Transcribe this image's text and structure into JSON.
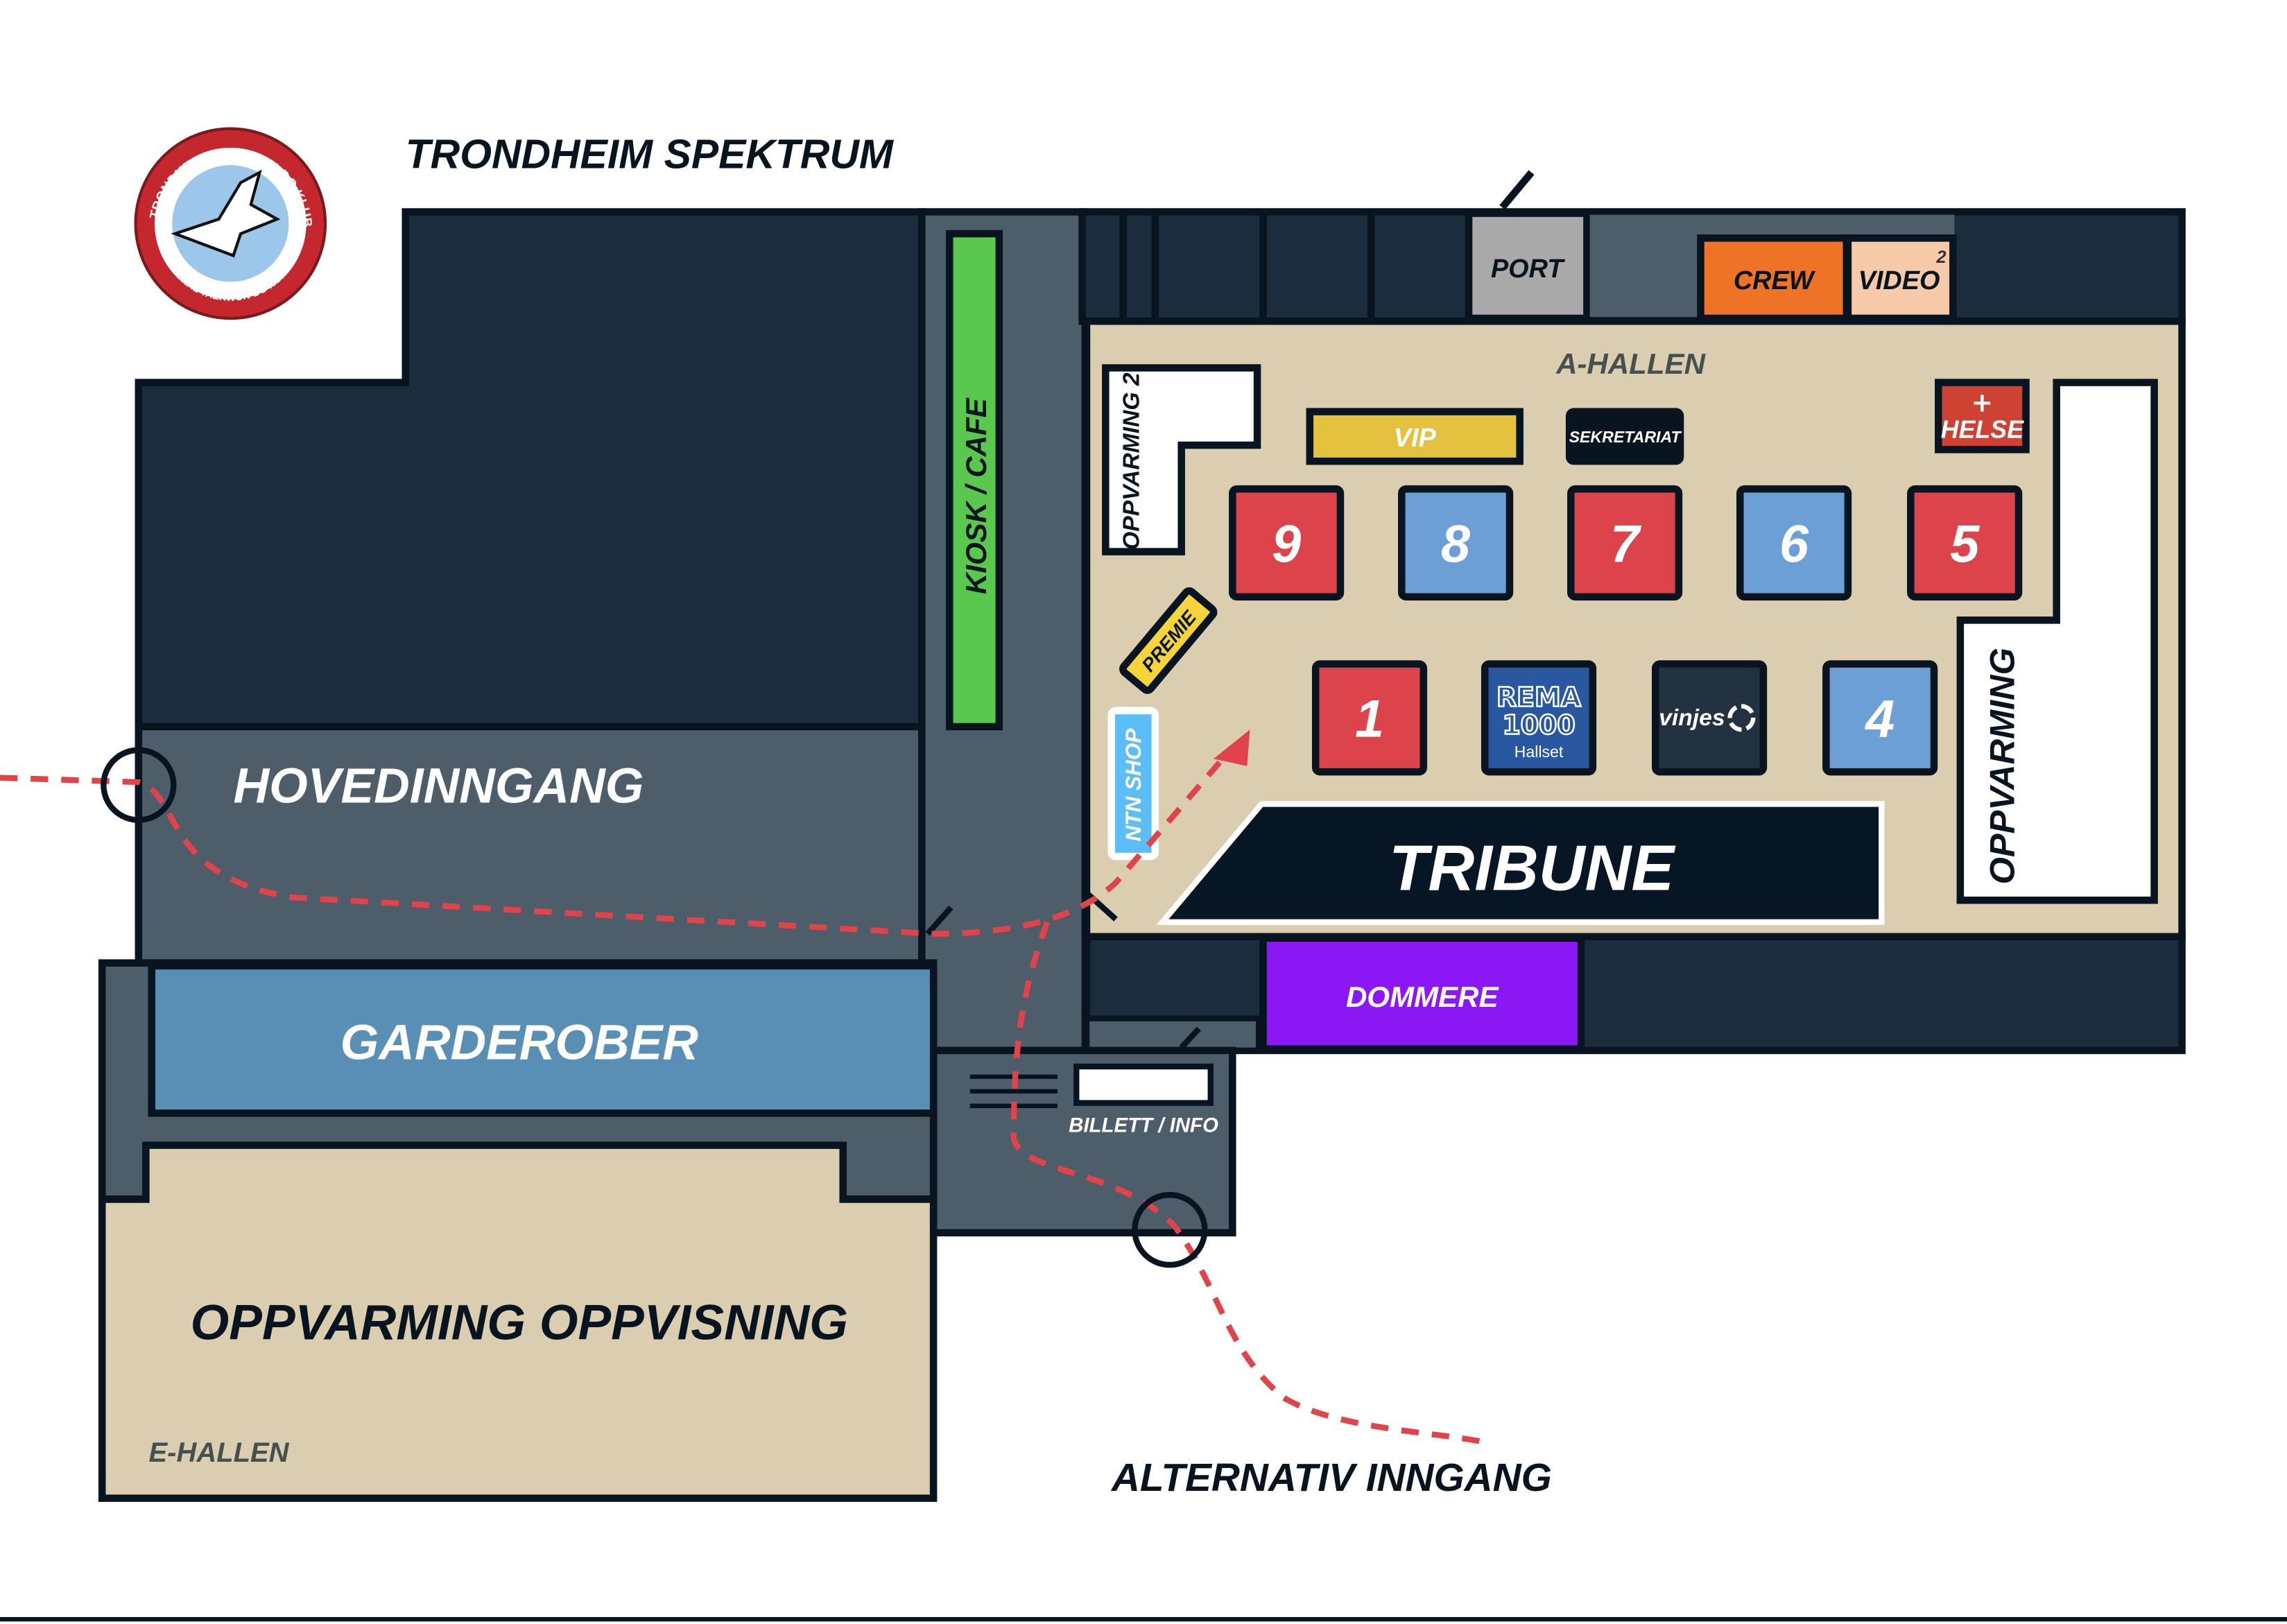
{
  "venue_title": "TRONDHEIM SPEKTRUM",
  "logo": {
    "top_text": "TRONDHEIM TAEKWON-DO KLUBB",
    "bottom_text": "NATIONAL TAEKWON-DO NORWAY"
  },
  "areas": {
    "hovedinngang": "HOVEDINNGANG",
    "kiosk": "KIOSK / CAFE",
    "garderober": "GARDEROBER",
    "oppvarming_oppvisning": "OPPVARMING OPPVISNING",
    "e_hallen": "E-HALLEN",
    "a_hallen": "A-HALLEN",
    "port": "PORT",
    "crew": "CREW",
    "video": "VIDEO",
    "video_number": "2",
    "vip": "VIP",
    "sekretariat": "SEKRETARIAT",
    "helse": "HELSE",
    "oppvarming_2": "OPPVARMING 2",
    "oppvarming": "OPPVARMING",
    "premie": "PREMIE",
    "ntn_shop": "NTN SHOP",
    "tribune": "TRIBUNE",
    "dommere": "DOMMERE",
    "billett_info": "BILLETT / INFO",
    "alternativ_inngang": "ALTERNATIV INNGANG"
  },
  "rings_row1": [
    "9",
    "8",
    "7",
    "6",
    "5"
  ],
  "rings_row2": [
    "1",
    "4"
  ],
  "sponsors": {
    "rema_line1": "REMA",
    "rema_line2": "1000",
    "rema_line3": "Hallset",
    "vinjes": "vinjes"
  },
  "colors": {
    "dark": "#1b2d3c",
    "grey": "#4d5d69",
    "beige": "#dbcdb0",
    "red": "#dc434a",
    "blue": "#6b9fd5",
    "green": "#5ac84f",
    "purple": "#8c17f5",
    "orange": "#ee7326",
    "path": "#e0434a"
  }
}
